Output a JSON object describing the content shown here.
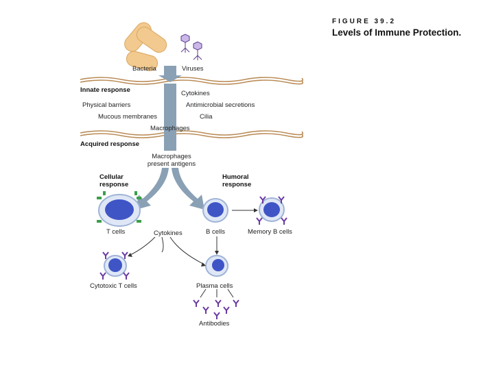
{
  "figure": {
    "number": "FIGURE 39.2",
    "title": "Levels of Immune Protection."
  },
  "labels": {
    "bacteria": "Bacteria",
    "viruses": "Viruses",
    "innate_response": "Innate response",
    "cytokines_top": "Cytokines",
    "physical_barriers": "Physical barriers",
    "antimicrobial_secretions": "Antimicrobial secretions",
    "mucous_membranes": "Mucous membranes",
    "cilia": "Cilia",
    "macrophages": "Macrophages",
    "acquired_response": "Acquired response",
    "macrophages_present_line1": "Macrophages",
    "macrophages_present_line2": "present antigens",
    "cellular_line1": "Cellular",
    "cellular_line2": "response",
    "humoral_line1": "Humoral",
    "humoral_line2": "response",
    "t_cells": "T cells",
    "cytokines_mid": "Cytokines",
    "b_cells": "B cells",
    "memory_b_cells": "Memory B cells",
    "cytotoxic_t_cells": "Cytotoxic T cells",
    "plasma_cells": "Plasma cells",
    "antibodies": "Antibodies"
  },
  "colors": {
    "bacteria_fill": "#f2c98e",
    "band_line": "#b98a54",
    "arrow_fill": "#8aa0b4",
    "cell_membrane": "#9fb3d6",
    "nucleus": "#3f55c6",
    "receptor_green": "#3aa04a",
    "antibody_purple": "#6a3aa3"
  }
}
